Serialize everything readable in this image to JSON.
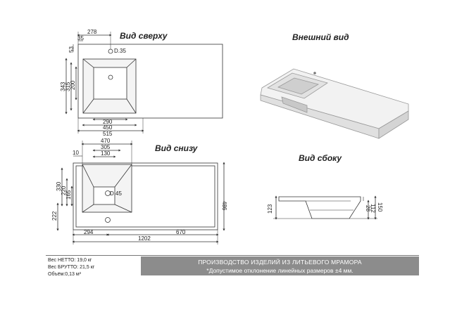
{
  "views": {
    "top_title": "Вид сверху",
    "exterior_title": "Внешний вид",
    "bottom_title": "Вид снизу",
    "side_title": "Вид сбоку"
  },
  "top_view": {
    "dims": {
      "d278": "278",
      "d35": "35",
      "d53": "53",
      "hole": "D.35",
      "d343": "343",
      "d315": "315",
      "d200": "200",
      "d290": "290",
      "d450": "450",
      "d515": "515"
    }
  },
  "bottom_view": {
    "dims": {
      "d470": "470",
      "d305": "305",
      "d130": "130",
      "d10": "10",
      "d330": "330",
      "d220": "220",
      "d165": "165",
      "hole": "D.45",
      "d486": "486",
      "d222": "222",
      "d294": "294",
      "d670": "670",
      "d1202": "1202"
    }
  },
  "side_view": {
    "dims": {
      "d123": "123",
      "d28": "28",
      "d112": "112",
      "d150": "150"
    }
  },
  "specs": {
    "net_weight": "Вес НЕТТО: 19,0 кг",
    "gross_weight": "Вес БРУТТО: 21,5 кг",
    "volume": "Объём:0,13 м³"
  },
  "banner": {
    "line1": "ПРОИЗВОДСТВО ИЗДЕЛИЙ ИЗ ЛИТЬЕВОГО МРАМОРА",
    "line2": "*Допустимое отклонение линейных размеров ±4 мм."
  }
}
